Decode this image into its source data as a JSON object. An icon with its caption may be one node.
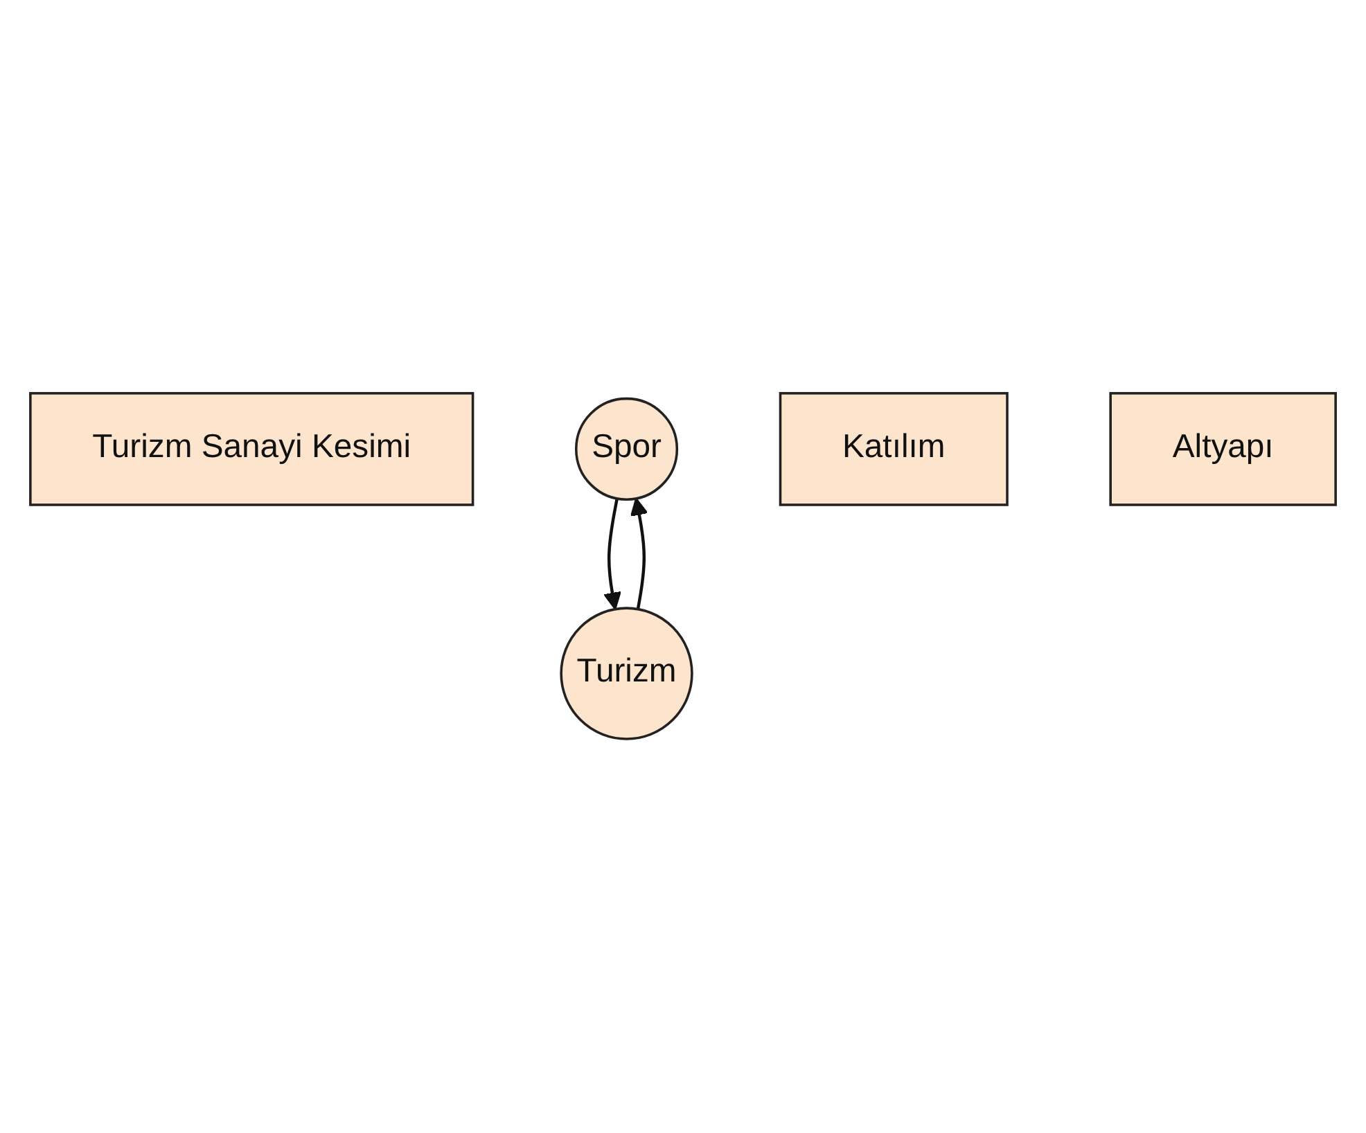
{
  "diagram": {
    "nodes": [
      {
        "text": [
          "Turizm Sanayi Kesimi"
        ]
      },
      {
        "text": [
          "Spor"
        ]
      },
      {
        "text": [
          "Turizm"
        ]
      },
      {
        "text": [
          "Katılım"
        ]
      },
      {
        "text": [
          "Altyapı"
        ]
      }
    ],
    "edges": [
      {
        "from": 1,
        "to": 2,
        "arrow": "to"
      },
      {
        "from": 2,
        "to": 1,
        "arrow": "to"
      }
    ]
  }
}
